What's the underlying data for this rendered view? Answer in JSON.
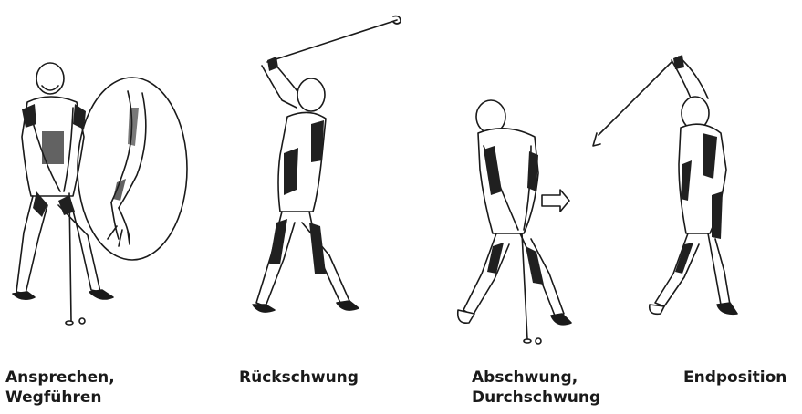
{
  "phases": [
    {
      "id": "address",
      "lines": [
        "Ansprechen,",
        "Wegführen"
      ]
    },
    {
      "id": "backswing",
      "lines": [
        "Rückschwung"
      ]
    },
    {
      "id": "downswing",
      "lines": [
        "Abschwung,",
        "Durchschwung"
      ]
    },
    {
      "id": "finish",
      "lines": [
        "Endposition"
      ]
    }
  ],
  "colors": {
    "ink": "#1a1a1a",
    "muscle": "#202020",
    "background": "#ffffff"
  }
}
